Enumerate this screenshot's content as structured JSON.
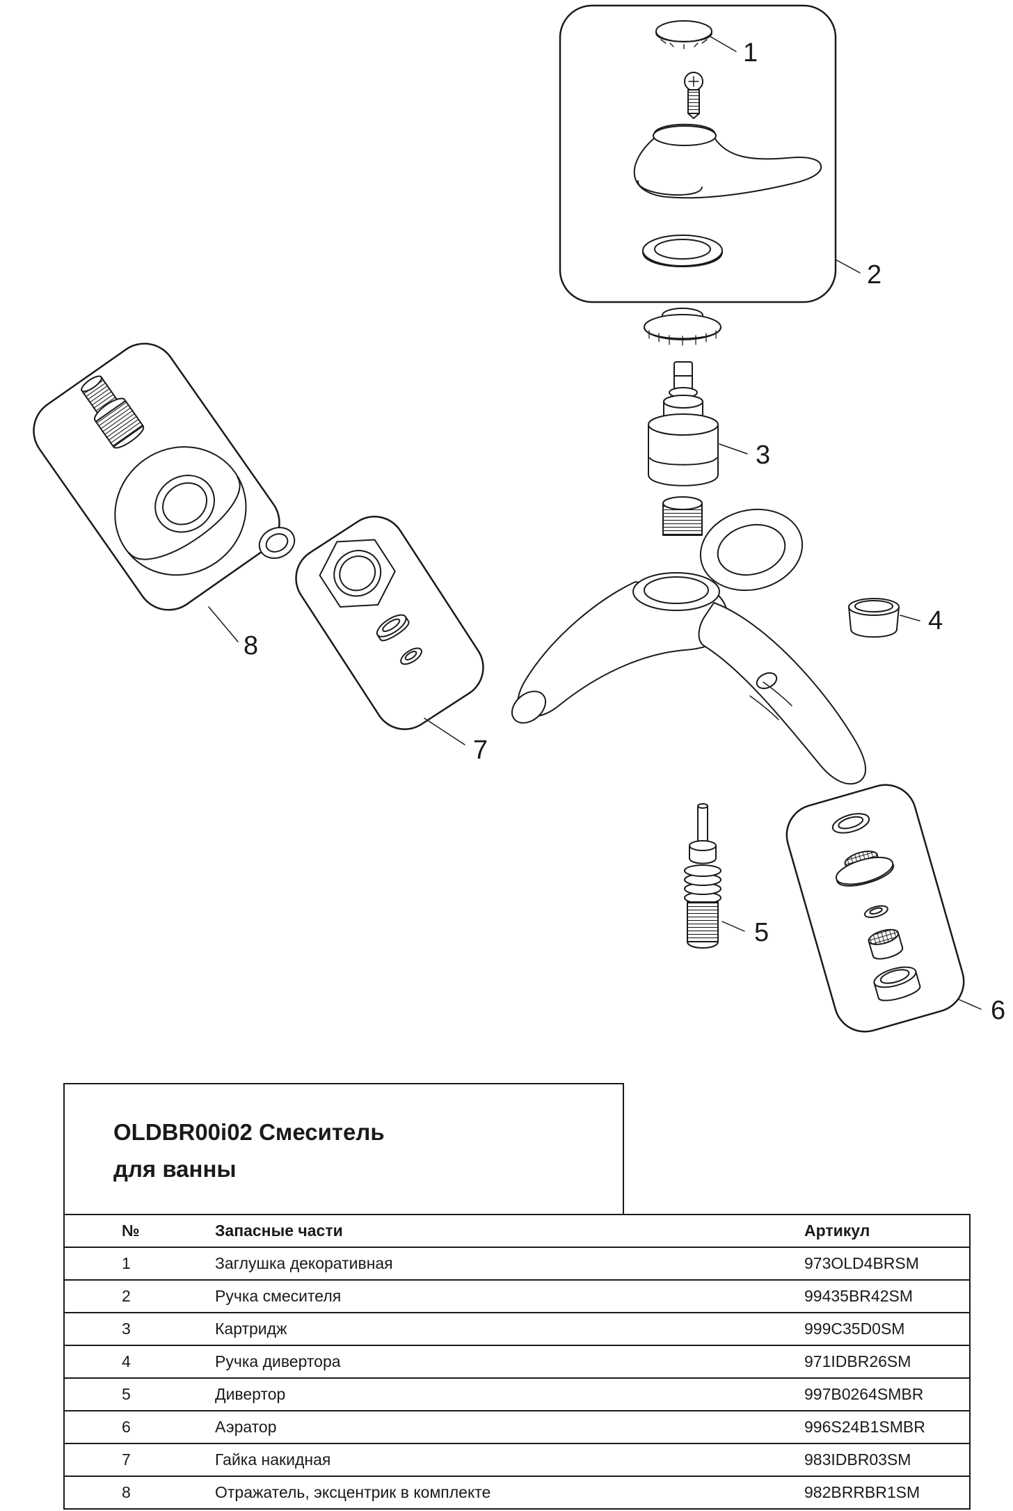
{
  "colors": {
    "ink": "#1a1a1a",
    "background": "#ffffff"
  },
  "title": {
    "line1": "OLDBR00i02 Смеситель",
    "line2": "для ванны"
  },
  "callouts": [
    {
      "label": "1"
    },
    {
      "label": "2"
    },
    {
      "label": "3"
    },
    {
      "label": "4"
    },
    {
      "label": "5"
    },
    {
      "label": "6"
    },
    {
      "label": "7"
    },
    {
      "label": "8"
    }
  ],
  "table": {
    "headers": {
      "num": "№",
      "parts": "Запасные части",
      "article": "Артикул"
    },
    "rows": [
      {
        "num": "1",
        "name": "Заглушка декоративная",
        "article": "973OLD4BRSM"
      },
      {
        "num": "2",
        "name": "Ручка смесителя",
        "article": "99435BR42SM"
      },
      {
        "num": "3",
        "name": "Картридж",
        "article": "999C35D0SM"
      },
      {
        "num": "4",
        "name": "Ручка дивертора",
        "article": "971IDBR26SM"
      },
      {
        "num": "5",
        "name": "Дивертор",
        "article": "997B0264SMBR"
      },
      {
        "num": "6",
        "name": "Аэратор",
        "article": "996S24B1SMBR"
      },
      {
        "num": "7",
        "name": "Гайка накидная",
        "article": "983IDBR03SM"
      },
      {
        "num": "8",
        "name": "Отражатель, эксцентрик в комплекте",
        "article": "982BRRBR1SM"
      }
    ]
  }
}
